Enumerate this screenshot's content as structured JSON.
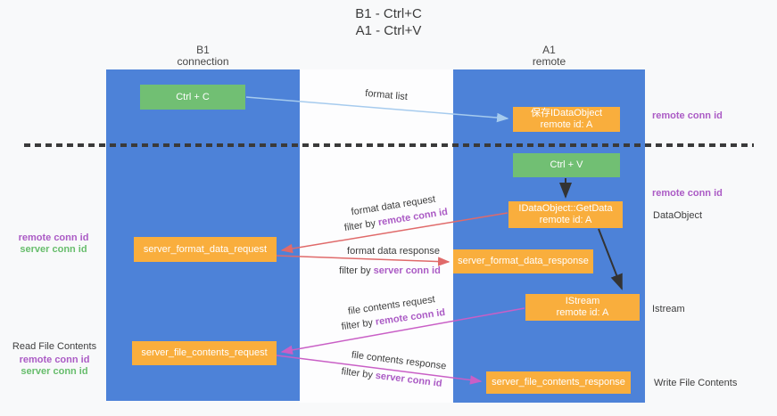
{
  "title": {
    "line1": "B1 - Ctrl+C",
    "line2": "A1 - Ctrl+V"
  },
  "lanes": {
    "b1": {
      "name": "B1",
      "sub": "connection"
    },
    "a1": {
      "name": "A1",
      "sub": "remote"
    }
  },
  "nodes": {
    "ctrl_c": {
      "label": "Ctrl + C"
    },
    "save_idataobject": {
      "line1": "保存IDataObject",
      "line2": "remote id: A"
    },
    "ctrl_v": {
      "label": "Ctrl + V"
    },
    "getdata": {
      "line1": "IDataObject::GetData",
      "line2": "remote id: A"
    },
    "server_format_data_request": {
      "label": "server_format_data_request"
    },
    "server_format_data_response": {
      "label": "server_format_data_response"
    },
    "istream": {
      "line1": "IStream",
      "line2": "remote id: A"
    },
    "server_file_contents_request": {
      "label": "server_file_contents_request"
    },
    "server_file_contents_response": {
      "label": "server_file_contents_response"
    }
  },
  "arrow_labels": {
    "format_list": "format list",
    "format_data_request": "format data request",
    "format_data_response": "format data response",
    "file_contents_request": "file contents request",
    "file_contents_response": "file contents response",
    "filter_by": "filter by",
    "remote_conn_id": "remote conn id",
    "server_conn_id": "server conn id"
  },
  "side_labels": {
    "remote_conn_id": "remote conn id",
    "server_conn_id": "server conn id",
    "dataobject": "DataObject",
    "istream": "Istream",
    "read_file_contents": "Read File Contents",
    "write_file_contents": "Write File Contents"
  },
  "colors": {
    "lane_blue": "#4d82d8",
    "node_green": "#71bf73",
    "node_orange": "#f9ae3d",
    "remote_conn_purple": "#ab5bc5",
    "server_conn_green": "#67bd6c",
    "arrow_salmon": "#e06a6a",
    "arrow_magenta": "#c95fc6",
    "arrow_lightblue": "#a6cbee",
    "arrow_black": "#333333"
  }
}
